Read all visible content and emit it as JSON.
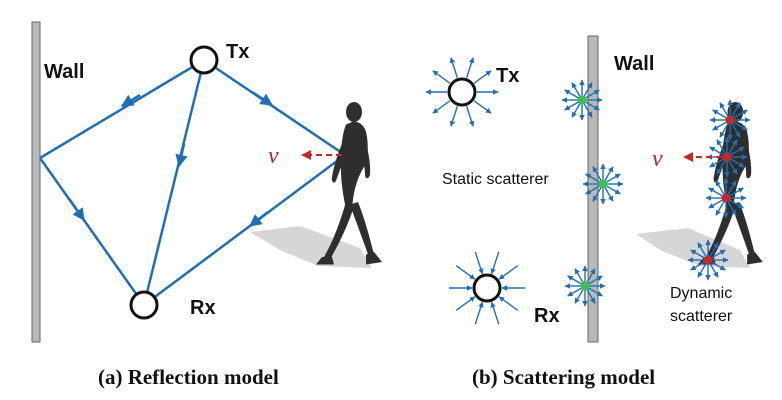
{
  "panel_a": {
    "wall_label": "Wall",
    "tx_label": "Tx",
    "rx_label": "Rx",
    "velocity_label": "v⃗",
    "caption": "(a) Reflection model"
  },
  "panel_b": {
    "wall_label": "Wall",
    "tx_label": "Tx",
    "rx_label": "Rx",
    "velocity_label": "v⃗",
    "static_label": "Static scatterer",
    "dynamic_label_line1": "Dynamic",
    "dynamic_label_line2": "scatterer",
    "caption": "(b) Scattering model"
  },
  "colors": {
    "ray": "#1f6fb5",
    "wall_fill": "#b8b8b8",
    "static_scatterer": "#3fbf4f",
    "dynamic_scatterer": "#c62828",
    "velocity": "#b02a2a",
    "person": "#2e2e2e",
    "shadow": "#d6d6d6"
  },
  "icons": [
    "walking-person-icon",
    "antenna-node-icon"
  ]
}
